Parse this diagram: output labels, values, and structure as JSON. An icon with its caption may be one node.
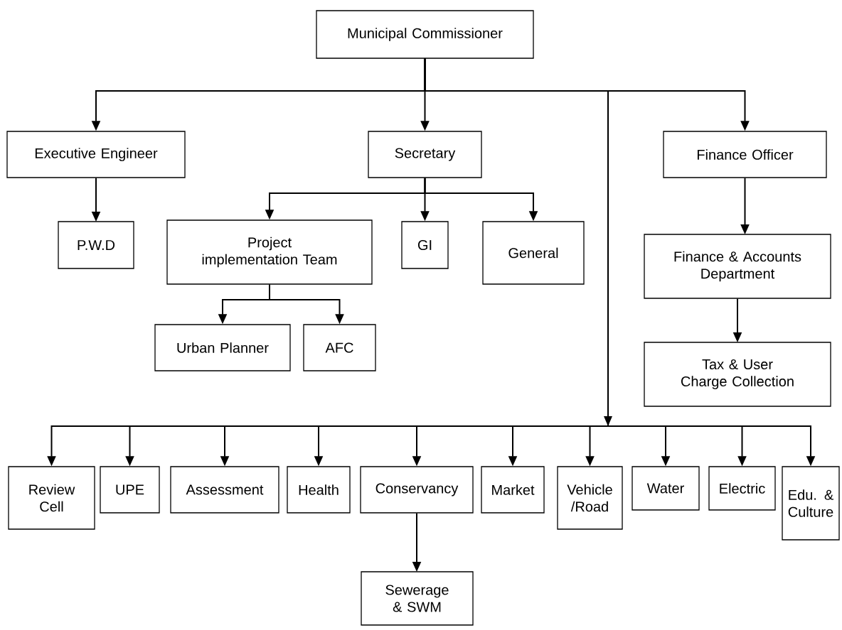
{
  "diagram": {
    "nodes": [
      {
        "text": [
          "Municipal Commissioner"
        ]
      },
      {
        "text": [
          "Executive Engineer"
        ]
      },
      {
        "text": [
          "Secretary"
        ]
      },
      {
        "text": [
          "Finance Officer"
        ]
      },
      {
        "text": [
          "P.W.D"
        ]
      },
      {
        "text": [
          "Project implementation Team"
        ]
      },
      {
        "text": [
          "GI"
        ]
      },
      {
        "text": [
          "General"
        ]
      },
      {
        "text": [
          "Finance & Accounts Department"
        ]
      },
      {
        "text": [
          "Urban Planner"
        ]
      },
      {
        "text": [
          "AFC"
        ]
      },
      {
        "text": [
          "Tax & User Charge Collection"
        ]
      },
      {
        "text": [
          "Review Cell"
        ]
      },
      {
        "text": [
          "UPE"
        ]
      },
      {
        "text": [
          "Assessment"
        ]
      },
      {
        "text": [
          "Health"
        ]
      },
      {
        "text": [
          "Conservancy"
        ]
      },
      {
        "text": [
          "Market"
        ]
      },
      {
        "text": [
          "Vehicle /Road"
        ]
      },
      {
        "text": [
          "Water"
        ]
      },
      {
        "text": [
          "Electric"
        ]
      },
      {
        "text": [
          "Edu. & Culture"
        ]
      },
      {
        "text": [
          "Sewerage & SWM"
        ]
      }
    ],
    "edges": [
      {
        "from": 0,
        "to": 1,
        "arrow": "to"
      },
      {
        "from": 0,
        "to": 2,
        "arrow": "to"
      },
      {
        "from": 0,
        "to": 3,
        "arrow": "to"
      },
      {
        "from": 1,
        "to": 4,
        "arrow": "to"
      },
      {
        "from": 2,
        "to": 5,
        "arrow": "to"
      },
      {
        "from": 2,
        "to": 6,
        "arrow": "to"
      },
      {
        "from": 2,
        "to": 7,
        "arrow": "to"
      },
      {
        "from": 3,
        "to": 8,
        "arrow": "to"
      },
      {
        "from": 8,
        "to": 11,
        "arrow": "to"
      },
      {
        "from": 5,
        "to": 9,
        "arrow": "to"
      },
      {
        "from": 5,
        "to": 10,
        "arrow": "to"
      },
      {
        "from": 0,
        "to": 12,
        "arrow": "to"
      },
      {
        "from": 0,
        "to": 13,
        "arrow": "to"
      },
      {
        "from": 0,
        "to": 14,
        "arrow": "to"
      },
      {
        "from": 0,
        "to": 15,
        "arrow": "to"
      },
      {
        "from": 0,
        "to": 16,
        "arrow": "to"
      },
      {
        "from": 0,
        "to": 17,
        "arrow": "to"
      },
      {
        "from": 0,
        "to": 18,
        "arrow": "to"
      },
      {
        "from": 0,
        "to": 19,
        "arrow": "to"
      },
      {
        "from": 0,
        "to": 20,
        "arrow": "to"
      },
      {
        "from": 0,
        "to": 21,
        "arrow": "to"
      },
      {
        "from": 16,
        "to": 22,
        "arrow": "to"
      }
    ]
  }
}
